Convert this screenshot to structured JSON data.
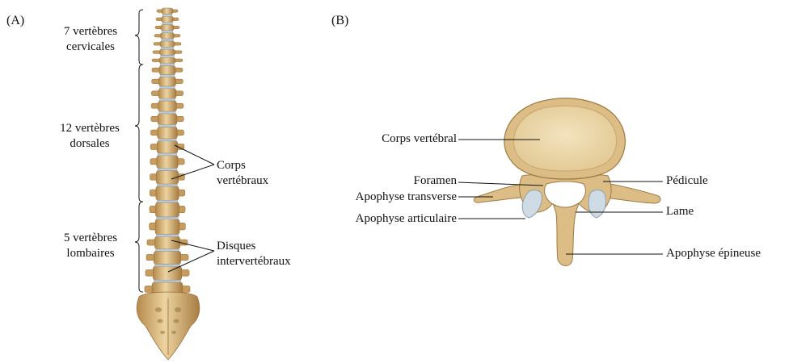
{
  "panel_a": {
    "tag": "(A)",
    "cervical": {
      "line1": "7 vertèbres",
      "line2": "cervicales"
    },
    "dorsal": {
      "line1": "12 vertèbres",
      "line2": "dorsales"
    },
    "lumbar": {
      "line1": "5 vertèbres",
      "line2": "lombaires"
    },
    "bodies": {
      "line1": "Corps",
      "line2": "vertébraux"
    },
    "discs": {
      "line1": "Disques",
      "line2": "intervertébraux"
    }
  },
  "panel_b": {
    "tag": "(B)",
    "corps": "Corps vertébral",
    "foramen": "Foramen",
    "transverse": "Apophyse transverse",
    "articulaire": "Apophyse articulaire",
    "pedicule": "Pédicule",
    "lame": "Lame",
    "epineuse": "Apophyse épineuse"
  },
  "colors": {
    "bone": "#e3c48c",
    "bone_dark": "#b58a4c",
    "disc": "#b9c9d6",
    "line": "#111111"
  }
}
